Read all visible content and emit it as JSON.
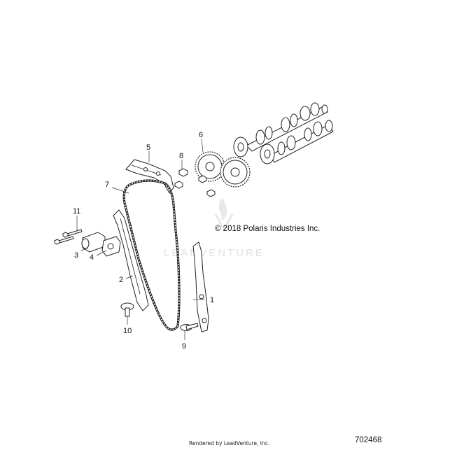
{
  "copyright": "© 2018 Polaris Industries Inc.",
  "document_number": "702468",
  "footer": "Rendered by LeadVenture, Inc.",
  "watermark": "LEADVENTURE",
  "callouts": [
    {
      "id": "c1",
      "label": "1"
    },
    {
      "id": "c2",
      "label": "2"
    },
    {
      "id": "c3",
      "label": "3"
    },
    {
      "id": "c4",
      "label": "4"
    },
    {
      "id": "c5",
      "label": "5"
    },
    {
      "id": "c6",
      "label": "6"
    },
    {
      "id": "c7",
      "label": "7"
    },
    {
      "id": "c8",
      "label": "8"
    },
    {
      "id": "c9",
      "label": "9"
    },
    {
      "id": "c10",
      "label": "10"
    },
    {
      "id": "c11",
      "label": "11"
    }
  ]
}
